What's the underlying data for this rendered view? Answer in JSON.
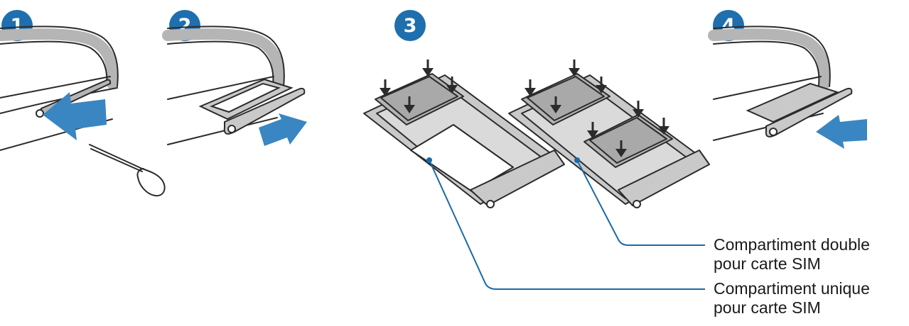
{
  "steps": [
    {
      "number": "1"
    },
    {
      "number": "2"
    },
    {
      "number": "3"
    },
    {
      "number": "4"
    }
  ],
  "callouts": {
    "dual_tray": {
      "line1": "Compartiment double",
      "line2": "pour carte SIM"
    },
    "single_tray": {
      "line1": "Compartiment unique",
      "line2": "pour carte SIM"
    }
  },
  "colors": {
    "badge": "#1f6fae",
    "arrow": "#3a86c2",
    "leader_line": "#1a6aa8",
    "outline": "#2b2b2b",
    "tray_fill": "#c9c9c9",
    "card_fill": "#b3b3b3"
  }
}
